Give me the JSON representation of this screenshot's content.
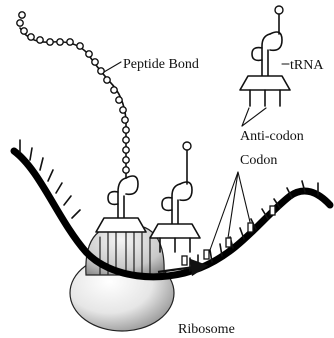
{
  "labels": {
    "peptide_bond": "Peptide Bond",
    "trna": "tRNA",
    "anticodon": "Anti-codon",
    "codon": "Codon",
    "ribosome": "Ribosome"
  },
  "colors": {
    "ink": "#111111",
    "background": "#ffffff",
    "ribosome_light": "#f2f2f2",
    "ribosome_shade": "#9a9a9a"
  }
}
